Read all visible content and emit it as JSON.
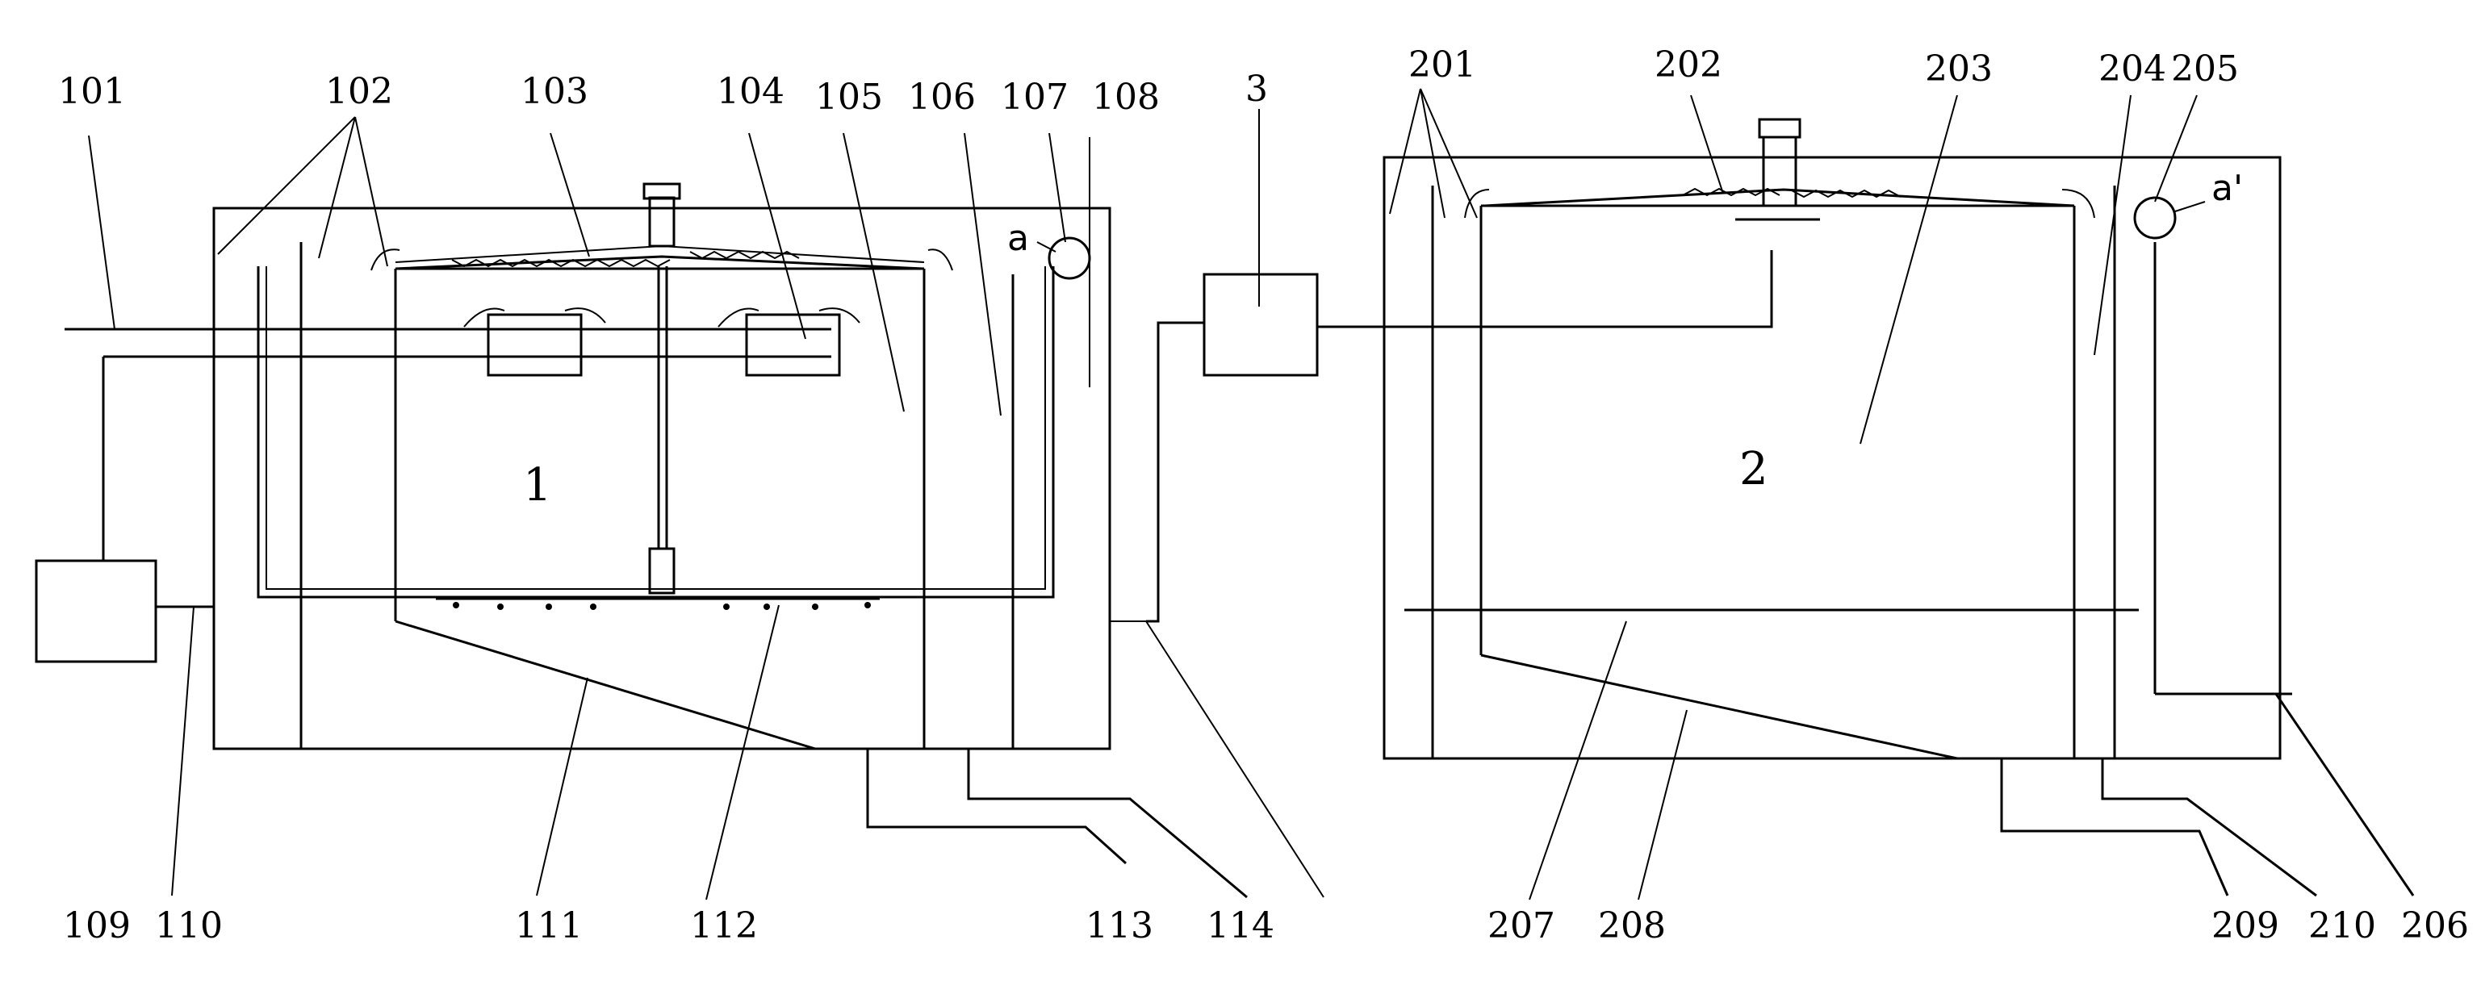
{
  "labels": {
    "l101": "101",
    "l102": "102",
    "l103": "103",
    "l104": "104",
    "l105": "105",
    "l106": "106",
    "l107": "107",
    "l108": "108",
    "l109": "109",
    "l110": "110",
    "l111": "111",
    "l112": "112",
    "l113": "113",
    "l114": "114",
    "l3": "3",
    "l201": "201",
    "l202": "202",
    "l203": "203",
    "l204": "204",
    "l205": "205",
    "l206": "206",
    "l207": "207",
    "l208": "208",
    "l209": "209",
    "l210": "210",
    "tank1": "1",
    "tank2": "2",
    "a": "a",
    "a_prime": "a'"
  }
}
